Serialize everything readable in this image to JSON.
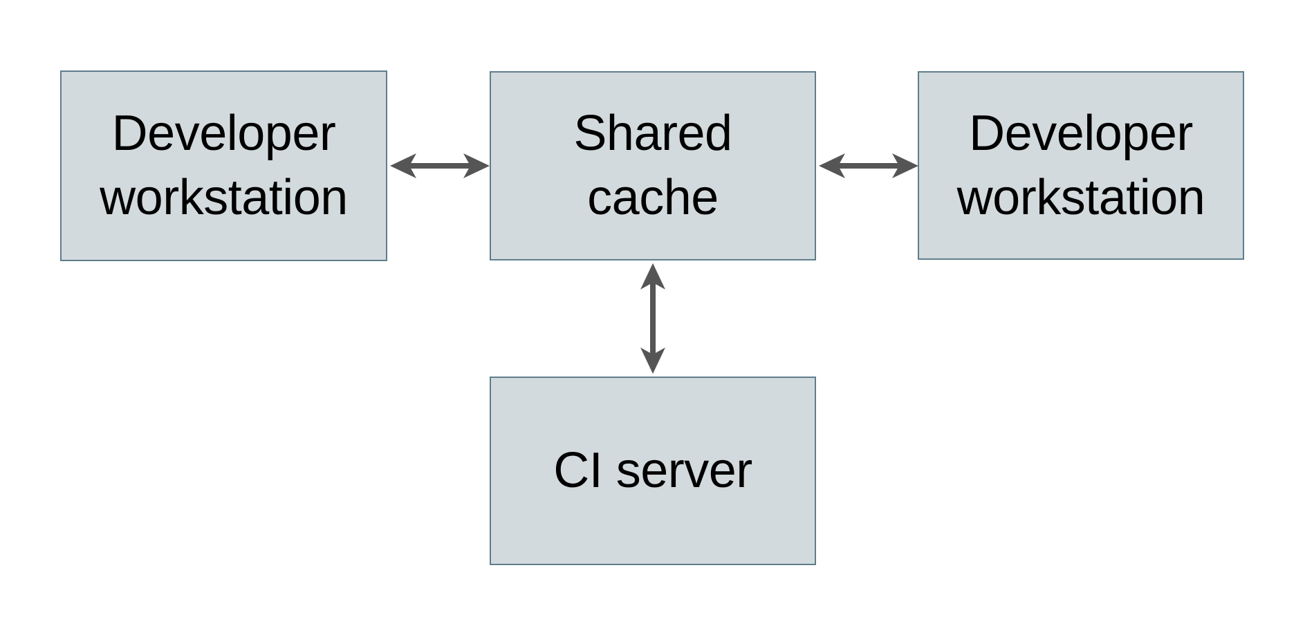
{
  "diagram": {
    "type": "architecture-diagram",
    "background": "#ffffff",
    "colors": {
      "node_fill": "#d3dadd",
      "node_border": "#5f7d8b",
      "arrow": "#555555",
      "text": "#000000"
    },
    "nodes": [
      {
        "id": "developer-workstation-left",
        "label": "Developer\nworkstation"
      },
      {
        "id": "shared-cache",
        "label": "Shared\ncache"
      },
      {
        "id": "developer-workstation-right",
        "label": "Developer\nworkstation"
      },
      {
        "id": "ci-server",
        "label": "CI server"
      }
    ],
    "edges": [
      {
        "from": "developer-workstation-left",
        "to": "shared-cache",
        "type": "bidirectional",
        "orientation": "horizontal"
      },
      {
        "from": "shared-cache",
        "to": "developer-workstation-right",
        "type": "bidirectional",
        "orientation": "horizontal"
      },
      {
        "from": "shared-cache",
        "to": "ci-server",
        "type": "bidirectional",
        "orientation": "vertical"
      }
    ]
  }
}
